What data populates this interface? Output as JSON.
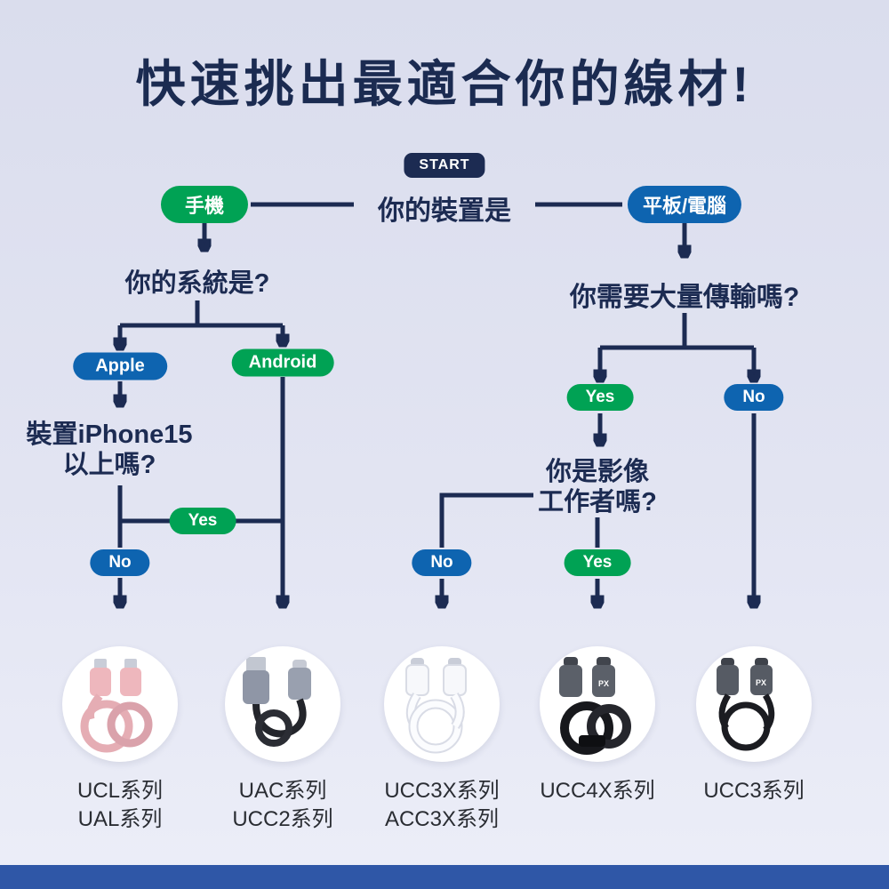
{
  "title": "快速挑出最適合你的線材!",
  "colors": {
    "navy": "#1c2b52",
    "green": "#00a254",
    "blue": "#0e64b0",
    "background": "#e0e2f0",
    "bottom_bar": "#2f57a7"
  },
  "flow": {
    "start_label": "START",
    "device_question": "你的裝置是",
    "phone_label": "手機",
    "tablet_label": "平板/電腦",
    "system_question": "你的系統是?",
    "apple_label": "Apple",
    "android_label": "Android",
    "iphone_question_line1": "裝置iPhone15",
    "iphone_question_line2": "以上嗎?",
    "transfer_question": "你需要大量傳輸嗎?",
    "video_question_line1": "你是影像",
    "video_question_line2": "工作者嗎?",
    "yes_label": "Yes",
    "no_label": "No"
  },
  "brand_mark": "PX",
  "products": [
    {
      "lines": [
        "UCL系列",
        "UAL系列"
      ]
    },
    {
      "lines": [
        "UAC系列",
        "UCC2系列"
      ]
    },
    {
      "lines": [
        "UCC3X系列",
        "ACC3X系列"
      ]
    },
    {
      "lines": [
        "UCC4X系列"
      ]
    },
    {
      "lines": [
        "UCC3系列"
      ]
    }
  ]
}
